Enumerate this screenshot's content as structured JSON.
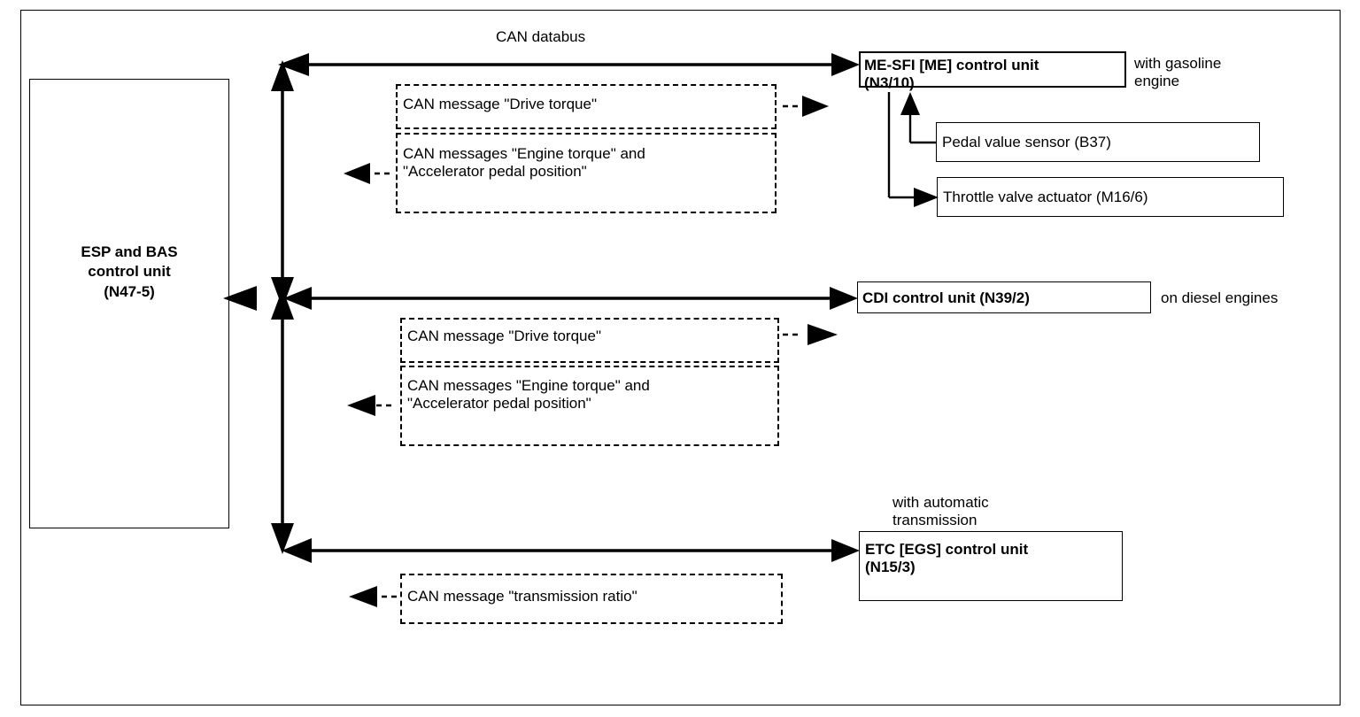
{
  "diagram": {
    "title": "CAN databus",
    "ecu_left": {
      "label": "ESP and BAS\ncontrol unit\n(N47-5)"
    },
    "branches": [
      {
        "id": "gasoline",
        "unit_label": "ME-SFI [ME] control unit\n(N3/10)",
        "note": "with gasoline\nengine",
        "messages": [
          {
            "id": "drive-torque",
            "text": "CAN message \"Drive torque\"",
            "direction": "to-ecu"
          },
          {
            "id": "engine-torque-app",
            "text": "CAN messages \"Engine torque\" and\n\"Accelerator pedal position\"",
            "direction": "to-esp"
          }
        ],
        "sub_units": [
          {
            "id": "pedal-value-sensor",
            "label": "Pedal value sensor (B37)"
          },
          {
            "id": "throttle-valve-actuator",
            "label": "Throttle valve actuator (M16/6)"
          }
        ]
      },
      {
        "id": "diesel",
        "unit_label": "CDI control unit (N39/2)",
        "note": "on diesel engines",
        "messages": [
          {
            "id": "drive-torque-2",
            "text": "CAN message \"Drive torque\"",
            "direction": "to-ecu"
          },
          {
            "id": "engine-torque-app-2",
            "text": "CAN messages \"Engine torque\" and\n\"Accelerator pedal position\"",
            "direction": "to-esp"
          }
        ],
        "sub_units": []
      },
      {
        "id": "automatic-transmission",
        "unit_label": "ETC [EGS] control unit\n(N15/3)",
        "note": "with automatic\ntransmission",
        "messages": [
          {
            "id": "transmission-ratio",
            "text": "CAN message \"transmission ratio\"",
            "direction": "to-esp"
          }
        ],
        "sub_units": []
      }
    ],
    "colors": {
      "line": "#000000",
      "background": "#ffffff"
    }
  }
}
